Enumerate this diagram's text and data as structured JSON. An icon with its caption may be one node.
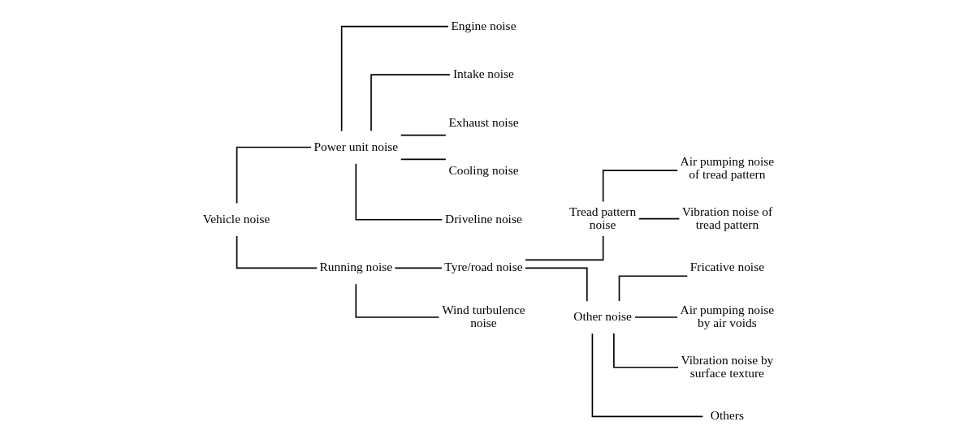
{
  "diagram": {
    "nodes": [
      {
        "text": [
          "Vehicle noise"
        ]
      },
      {
        "text": [
          "Power unit noise"
        ]
      },
      {
        "text": [
          "Engine noise"
        ]
      },
      {
        "text": [
          "Intake noise"
        ]
      },
      {
        "text": [
          "Exhaust noise"
        ]
      },
      {
        "text": [
          "Cooling noise"
        ]
      },
      {
        "text": [
          "Driveline noise"
        ]
      },
      {
        "text": [
          "Running noise"
        ]
      },
      {
        "text": [
          "Tyre/road noise"
        ]
      },
      {
        "text": [
          "Wind turbulence noise"
        ]
      },
      {
        "text": [
          "Tread pattern noise"
        ]
      },
      {
        "text": [
          "Air pumping noise of tread pattern"
        ]
      },
      {
        "text": [
          "Vibration noise of tread pattern"
        ]
      },
      {
        "text": [
          "Other noise"
        ]
      },
      {
        "text": [
          "Fricative noise"
        ]
      },
      {
        "text": [
          "Air pumping noise by air voids"
        ]
      },
      {
        "text": [
          "Vibration noise by surface texture"
        ]
      },
      {
        "text": [
          "Others"
        ]
      }
    ],
    "edges": [
      {
        "from": 0,
        "to": 1,
        "arrow": "none"
      },
      {
        "from": 0,
        "to": 7,
        "arrow": "none"
      },
      {
        "from": 1,
        "to": 2,
        "arrow": "none"
      },
      {
        "from": 1,
        "to": 3,
        "arrow": "none"
      },
      {
        "from": 1,
        "to": 4,
        "arrow": "none"
      },
      {
        "from": 1,
        "to": 5,
        "arrow": "none"
      },
      {
        "from": 1,
        "to": 6,
        "arrow": "none"
      },
      {
        "from": 7,
        "to": 8,
        "arrow": "none"
      },
      {
        "from": 7,
        "to": 9,
        "arrow": "none"
      },
      {
        "from": 8,
        "to": 10,
        "arrow": "none"
      },
      {
        "from": 8,
        "to": 13,
        "arrow": "none"
      },
      {
        "from": 10,
        "to": 11,
        "arrow": "none"
      },
      {
        "from": 10,
        "to": 12,
        "arrow": "none"
      },
      {
        "from": 13,
        "to": 14,
        "arrow": "none"
      },
      {
        "from": 13,
        "to": 15,
        "arrow": "none"
      },
      {
        "from": 13,
        "to": 16,
        "arrow": "none"
      },
      {
        "from": 13,
        "to": 17,
        "arrow": "none"
      }
    ]
  }
}
